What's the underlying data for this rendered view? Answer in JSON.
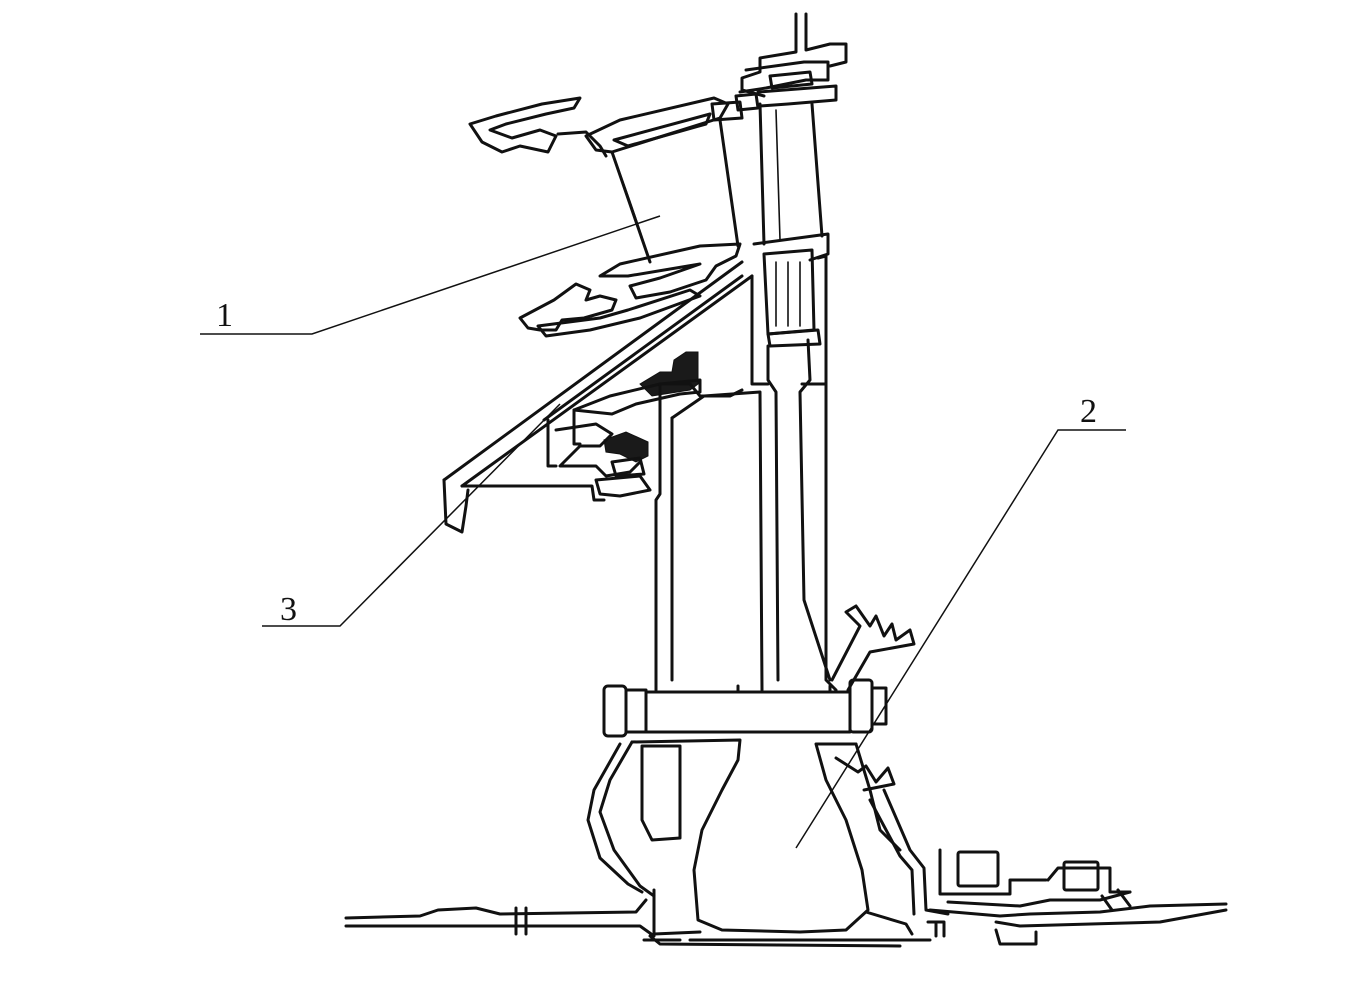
{
  "callouts": [
    {
      "id": "1",
      "text": "1"
    },
    {
      "id": "2",
      "text": "2"
    },
    {
      "id": "3",
      "text": "3"
    }
  ],
  "colors": {
    "background": "#ffffff",
    "ink": "#111111"
  }
}
